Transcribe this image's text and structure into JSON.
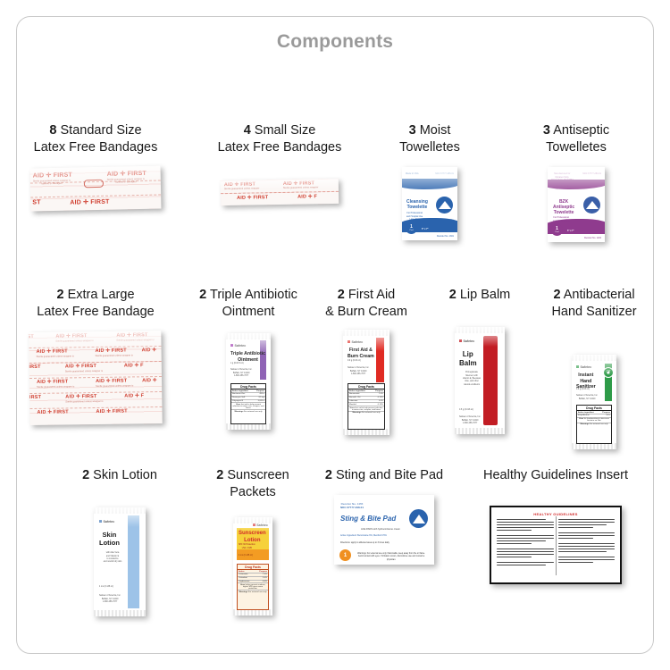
{
  "page": {
    "title": "Components"
  },
  "rows": [
    {
      "id": "row-1",
      "items": [
        {
          "id": "standard-bandages",
          "qty": "8",
          "name": "Standard Size\nLatex Free Bandages",
          "product_kind": "bandage-wrap",
          "product_text": {
            "brand": "AID ✛ FIRST",
            "sub": "Sterile guaranteed unless wrapper is\nopened or damaged"
          }
        },
        {
          "id": "small-bandages",
          "qty": "4",
          "name": "Small Size\nLatex Free Bandages",
          "product_kind": "bandage-wrap-small",
          "product_text": {
            "brand": "AID ✛ FIRST",
            "sub": "Sterile guaranteed unless wrapper is\nopened or damaged"
          }
        },
        {
          "id": "moist-towelettes",
          "qty": "3",
          "name": "Moist\nTowelletes",
          "product_kind": "towelette-blue",
          "product_text": {
            "made": "Made In USA",
            "code": "NDC 67777-285-01",
            "pname": "Cleansing\nTowelette",
            "tag": "For Professional\nand Hospital Use\nLatex Free",
            "count": "1",
            "countsub": "Pad",
            "size": "5\" x 7\"",
            "order": "Reorder No. 1301",
            "logo": "dynarex"
          }
        },
        {
          "id": "antiseptic-towelettes",
          "qty": "3",
          "name": "Antiseptic\nTowelletes",
          "product_kind": "towelette-purple",
          "product_text": {
            "made": "Manufactured for\nDynarex Corp.\nOrangeburg, NY 10962\nwww.dynarex.com\nMade in China",
            "code": "NDC 67777-280-01",
            "pname": "BZK\nAntiseptic\nTowelette",
            "tag": "For Professional\nand Hospital Use",
            "count": "1",
            "countsub": "Pad",
            "size": "5\" x 7\"",
            "order": "Reorder No. 1204",
            "logo": "dynarex"
          }
        }
      ]
    },
    {
      "id": "row-2",
      "items": [
        {
          "id": "extra-large-bandage",
          "qty": "2",
          "name": "Extra Large\nLatex Free Bandage",
          "product_kind": "bandage-sheet",
          "product_text": {
            "brand": "AID ✛ FIRST",
            "sub": "Sterile guaranteed unless wrapper is\nopened or damaged"
          }
        },
        {
          "id": "triple-antibiotic-ointment",
          "qty": "2",
          "name": "Triple Antibiotic\nOintment",
          "product_kind": "sachet",
          "accent_color": "#8f63b5",
          "product_text": {
            "brand": "Safetec",
            "pname": "Triple Antibiotic\nOintment",
            "size": "1 g (0.03 fl oz)",
            "mfr": "Safetec of America, Inc.\nBuffalo, NY 14210\n1-800-456-7077",
            "facts": "Drug Facts",
            "cols": "Active ingredient | Purpose",
            "rows": [
              "Bacitracin Zinc 400 units — First aid antibiotic",
              "Neomycin Sulfate 3.5 mg — First aid antibiotic",
              "Polymyxin B Sulfate 5,000 units — First aid antibiotic"
            ],
            "uses": "Uses first aid to help prevent infection in minor cuts, scrapes, and burns",
            "warn": "Warnings For external use only"
          }
        },
        {
          "id": "first-aid-burn-cream",
          "qty": "2",
          "name": "First Aid\n& Burn Cream",
          "product_kind": "sachet",
          "accent_color": "#e02b23",
          "product_text": {
            "brand": "Safetec",
            "pname": "First Aid &\nBurn Cream",
            "size": "0.9 g (0.03 oz)",
            "mfr": "Safetec of America, Inc.\nBuffalo, NY 14210\n1-800-456-7077",
            "facts": "Drug Facts",
            "cols": "Active ingredient | Purpose",
            "rows": [
              "Benzocaine 1.0% — Pain relief",
              "Benzalkonium Chloride 0.13% — Antiseptic",
              "Lidocaine 0.5% — Topical",
              "Menthol 0.13% — Analgesic"
            ],
            "uses": "Uses first aid to help prevent infection in minor cuts, scrapes, and burns",
            "warn": "Warnings For external use only"
          }
        },
        {
          "id": "lip-balm",
          "qty": "2",
          "name": "Lip Balm",
          "product_kind": "sachet-lipbalm",
          "accent_color": "#c21d24",
          "product_text": {
            "brand": "Safetec",
            "pname": "Lip\nBalm",
            "desc": "Pomegranate\nflavored, with\nvitamin E, Beeswax\nAloe, and other\nnatural emollients",
            "size": "0.5 g (0.016 oz)",
            "mfr": "Safetec of America, Inc.\nBuffalo, NY 14210\n1-800-456-7077"
          }
        },
        {
          "id": "hand-sanitizer",
          "qty": "2",
          "name": "Antibacterial\nHand Sanitizer",
          "product_kind": "sachet",
          "accent_color": "#2e9b48",
          "product_text": {
            "brand": "Safetec",
            "pname": "Instant\nHand\nSanitizer",
            "size": "0.9 g (0.03 oz)",
            "mfr": "Safetec of America, Inc.\nBuffalo, NY 14210",
            "facts": "Drug Facts",
            "cols": "Active ingredient | Purpose",
            "rows": [
              "Ethyl Alcohol 62% — Antiseptic"
            ],
            "uses": "Uses for handwashing to decrease bacteria on skin",
            "warn": "Warnings For external use only"
          }
        }
      ]
    },
    {
      "id": "row-3",
      "items": [
        {
          "id": "skin-lotion",
          "qty": "2",
          "name": "Skin Lotion",
          "product_kind": "sachet-lotion",
          "accent_color": "#9dc3e8",
          "product_text": {
            "brand": "Safetec",
            "pname": "Skin\nLotion",
            "desc": "with Aloe Vera\nand Vitamin E\nto moisturize\nand nourish dry skin",
            "size": "4 mL (0.135 oz)",
            "mfr": "Safetec of America, Inc.\nBuffalo, NY 14210\n1-800-456-7077"
          }
        },
        {
          "id": "sunscreen-packets",
          "qty": "2",
          "name": "Sunscreen\nPackets",
          "product_kind": "sachet-sunscreen",
          "accent_color": "#f2c200",
          "product_text": {
            "brand": "Safetec",
            "pname": "Sunscreen\nLotion",
            "spf": "SPF 30 Protection\nUVA / UVB",
            "size": "4 mL (0.135 oz)",
            "facts": "Drug Facts",
            "cols": "Active | Purpose",
            "rows": [
              "Octinoxate 7.5% — Sunscreen",
              "Octisalate 5.0% — Sunscreen",
              "Oxybenzone 6.0% — Sunscreen"
            ],
            "uses": "Uses helps prevent sunburn; higher SPF gives more protection",
            "warn": "Warnings For external use only"
          }
        },
        {
          "id": "sting-and-bite-pad",
          "qty": "2",
          "name": "Sting and Bite Pad",
          "product_kind": "sting-pad",
          "product_text": {
            "order": "Reorder No. 1455",
            "code": "NDC 67777-298-01",
            "pname": "Sting & Bite Pad",
            "sub": "ACE PADS with hydrocortisone cream",
            "ing": "Active Ingredient: Benzocaine 6%, Menthol 0.5%",
            "dir": "Directions: apply to affected area up to 3 times daily",
            "warnnum": "1",
            "warn": "Warnings: For external use only. Flammable, keep away from fire or flame. Avoid contact with eyes. If irritation occurs, discontinue use and consult a physician.",
            "logo": "dynarex"
          }
        },
        {
          "id": "healthy-guidelines-insert",
          "qty": "",
          "name": "Healthy Guidelines Insert",
          "product_kind": "insert",
          "product_text": {
            "heading": "HEALTHY GUIDELINES"
          }
        }
      ]
    }
  ]
}
